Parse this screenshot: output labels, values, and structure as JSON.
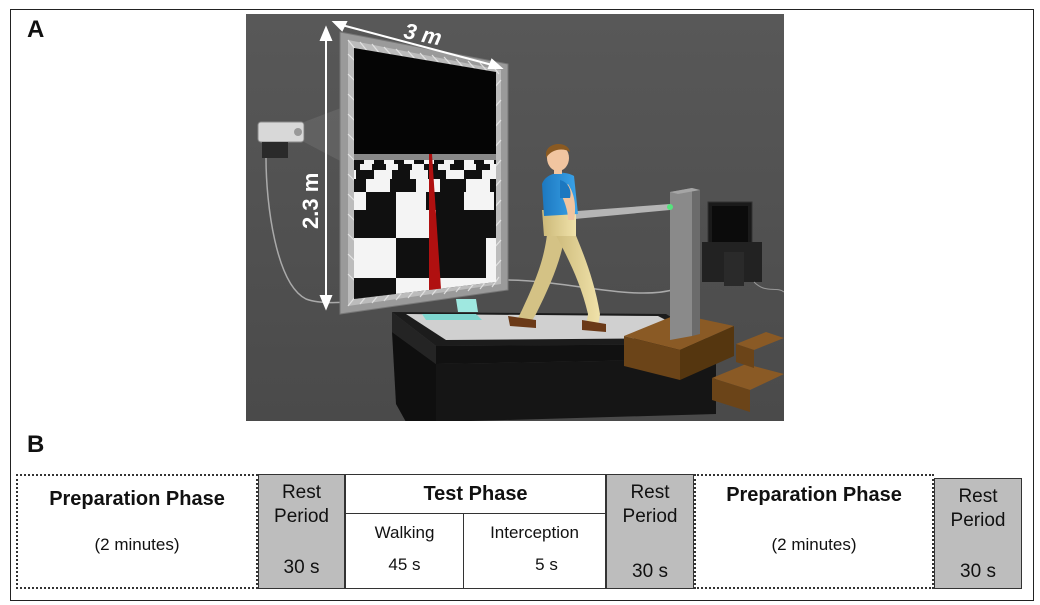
{
  "panel_a": {
    "label": "A",
    "width_label": "3 m",
    "height_label": "2.3 m"
  },
  "panel_b": {
    "label": "B",
    "prep1": {
      "title": "Preparation Phase",
      "duration": "(2 minutes)"
    },
    "rest1": {
      "line1": "Rest",
      "line2": "Period",
      "time": "30 s"
    },
    "test": {
      "title": "Test Phase",
      "walking": {
        "label": "Walking",
        "time": "45 s"
      },
      "interception": {
        "label": "Interception",
        "time": "5 s"
      }
    },
    "rest2": {
      "line1": "Rest",
      "line2": "Period",
      "time": "30 s"
    },
    "prep2": {
      "title": "Preparation Phase",
      "duration": "(2 minutes)"
    },
    "rest3": {
      "line1": "Rest",
      "line2": "Period",
      "time": "30 s"
    }
  },
  "colors": {
    "scene_bg": "#555555",
    "shirt": "#2a8fd6",
    "pants": "#e2d29a",
    "path_line": "#c01010",
    "rest_fill": "#bdbdbd"
  }
}
